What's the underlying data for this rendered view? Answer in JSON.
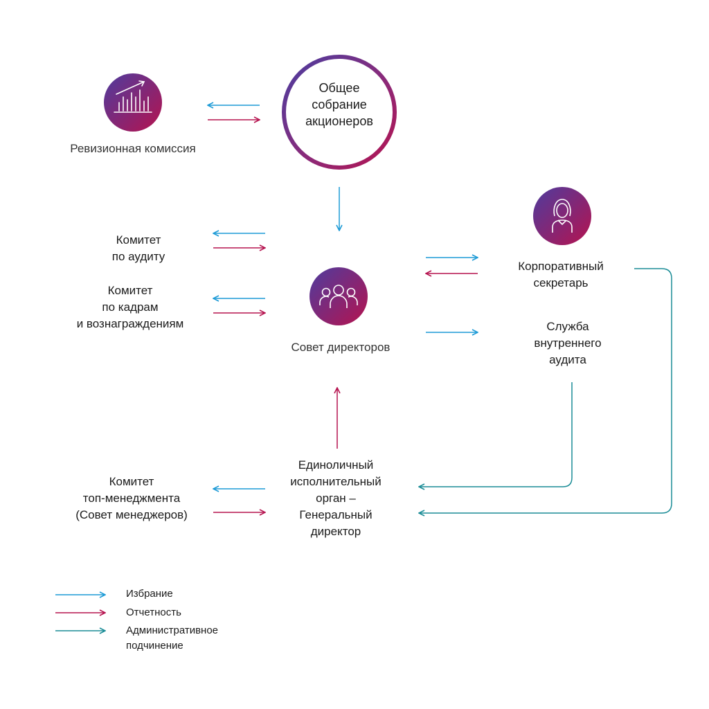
{
  "nodes": {
    "audit_commission": {
      "label": "Ревизионная комиссия",
      "icon": "chart-growth-icon"
    },
    "shareholders": {
      "label": "Общее\nсобрание\nакционеров"
    },
    "board": {
      "label": "Совет директоров",
      "icon": "group-people-icon"
    },
    "audit_committee": {
      "label": "Комитет\nпо аудиту"
    },
    "hr_committee": {
      "label": "Комитет\nпо кадрам\nи вознаграждениям"
    },
    "corp_secretary": {
      "label": "Корпоративный\nсекретарь",
      "icon": "person-icon"
    },
    "internal_audit": {
      "label": "Служба\nвнутреннего\nаудита"
    },
    "ceo": {
      "label": "Единоличный\nисполнительный\nорган –\nГенеральный\nдиректор"
    },
    "mgmt_committee": {
      "label": "Комитет\nтоп-менеджмента\n(Совет менеджеров)"
    }
  },
  "legend": [
    {
      "label": "Избрание",
      "color": "#1c9ad6"
    },
    {
      "label": "Отчетность",
      "color": "#b5134f"
    },
    {
      "label": "Административное\nподчинение",
      "color": "#1a8c96"
    }
  ],
  "colors": {
    "election": "#1c9ad6",
    "reporting": "#b5134f",
    "admin": "#1a8c96",
    "gradient_start": "#5d3d9c",
    "gradient_end": "#b5134f"
  }
}
